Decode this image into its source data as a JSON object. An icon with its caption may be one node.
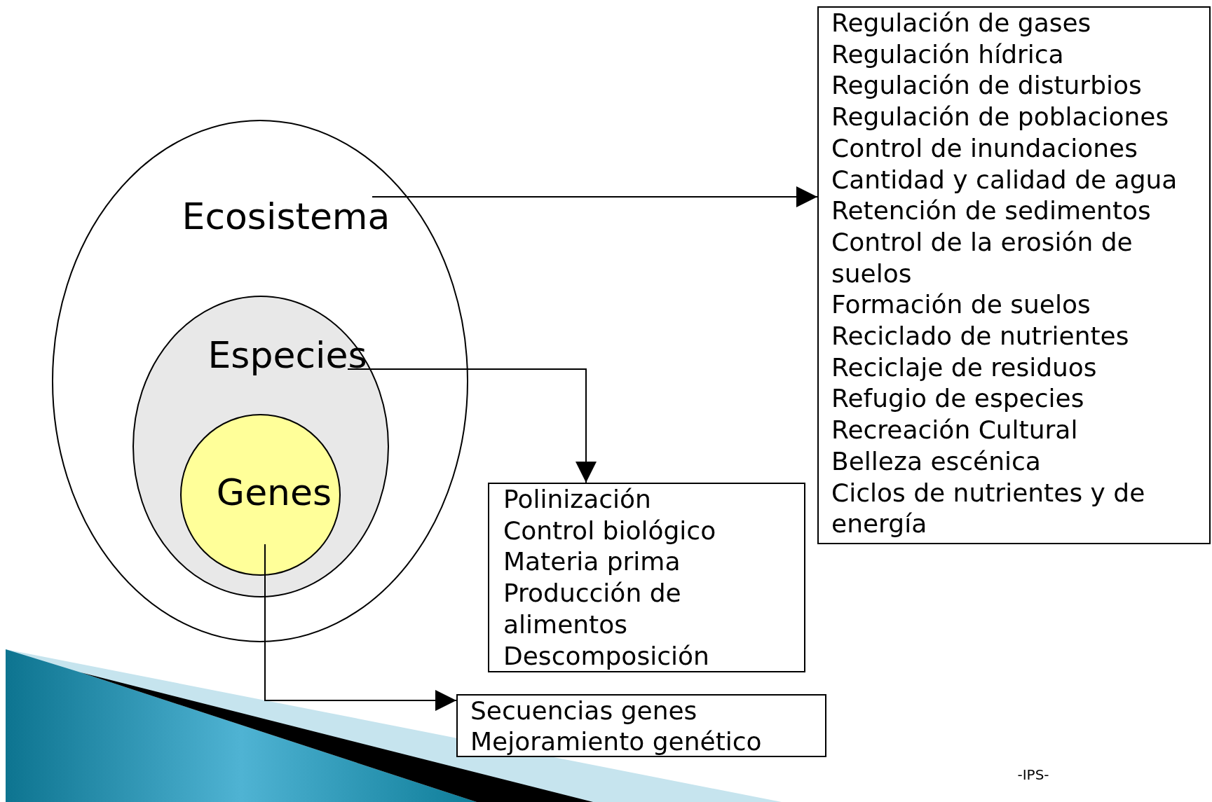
{
  "diagram": {
    "nodes": [
      {
        "text": [
          "Ecosistema"
        ]
      },
      {
        "text": [
          "Especies"
        ],
        "in": 0
      },
      {
        "text": [
          "Genes"
        ],
        "in": 1
      },
      {
        "text": [
          "Regulación de gases",
          "Regulación hídrica",
          "Regulación de disturbios",
          "Regulación de poblaciones",
          "Control de inundaciones",
          "Cantidad y calidad de agua",
          "Retención de sedimentos",
          "Control de la erosión de suelos",
          "Formación de suelos",
          "Reciclado de nutrientes",
          "Reciclaje de residuos",
          "Refugio de especies",
          "Recreación Cultural",
          "Belleza escénica",
          "Ciclos de nutrientes y de energía"
        ]
      },
      {
        "text": [
          "Polinización",
          "Control biológico",
          "Materia prima",
          "Producción de alimentos",
          "Descomposición"
        ]
      },
      {
        "text": [
          "Secuencias genes",
          "Mejoramiento genético"
        ]
      }
    ],
    "edges": [
      {
        "from": 0,
        "to": 3,
        "arrow": "to"
      },
      {
        "from": 1,
        "to": 4,
        "arrow": "to"
      },
      {
        "from": 2,
        "to": 5,
        "arrow": "to"
      }
    ],
    "labels": [
      "-IPS-"
    ]
  }
}
